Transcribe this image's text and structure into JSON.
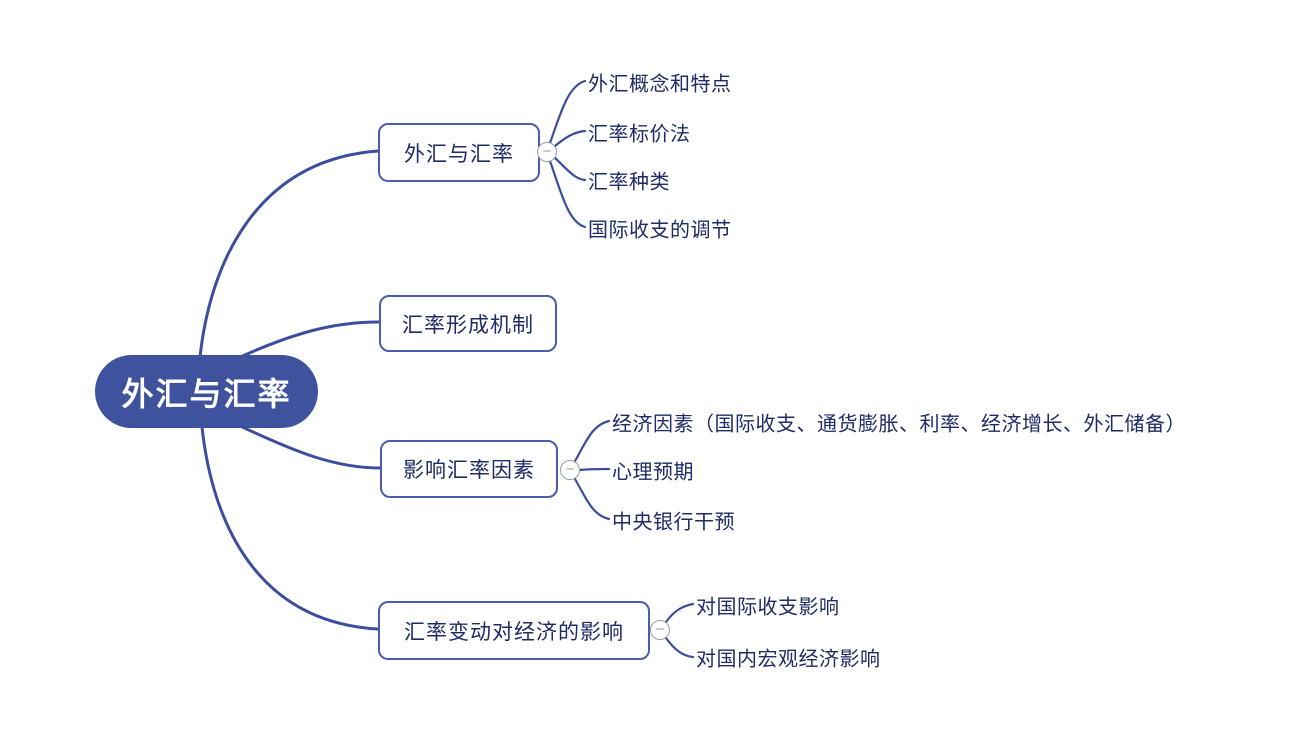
{
  "colors": {
    "primary": "#3F529E",
    "line": "#3B4E9C",
    "border": "#4A5CAB",
    "text": "#1F2B66",
    "gray": "#9A9DA3"
  },
  "icons": {
    "collapse": "−"
  },
  "mindmap": {
    "root": {
      "label": "外汇与汇率"
    },
    "branches": [
      {
        "label": "外汇与汇率",
        "children": [
          "外汇概念和特点",
          "汇率标价法",
          "汇率种类",
          "国际收支的调节"
        ]
      },
      {
        "label": "汇率形成机制",
        "children": []
      },
      {
        "label": "影响汇率因素",
        "children": [
          "经济因素（国际收支、通货膨胀、利率、经济增长、外汇储备）",
          "心理预期",
          "中央银行干预"
        ]
      },
      {
        "label": "汇率变动对经济的影响",
        "children": [
          "对国际收支影响",
          "对国内宏观经济影响"
        ]
      }
    ]
  }
}
